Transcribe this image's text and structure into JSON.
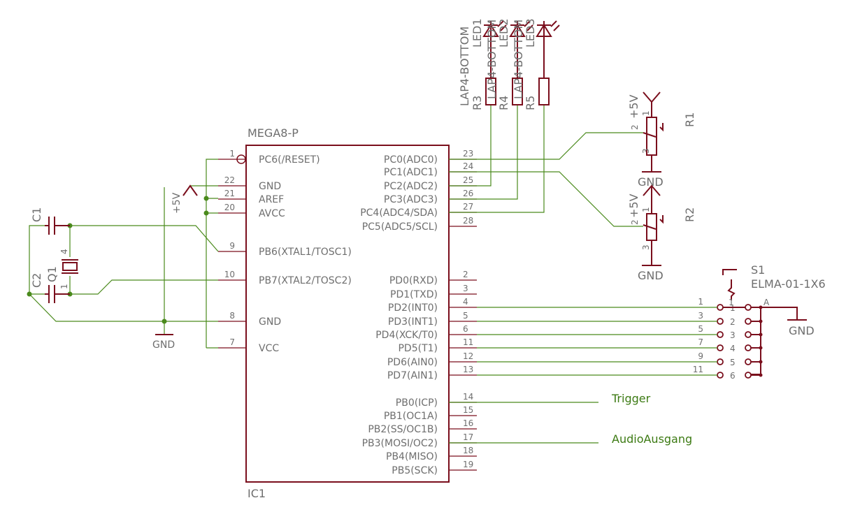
{
  "ic": {
    "name": "MEGA8-P",
    "ref": "IC1",
    "left_pins": [
      {
        "num": "1",
        "label": "PC6(/RESET)"
      },
      {
        "num": "22",
        "label": "GND"
      },
      {
        "num": "21",
        "label": "AREF"
      },
      {
        "num": "20",
        "label": "AVCC"
      },
      {
        "num": "9",
        "label": "PB6(XTAL1/TOSC1)"
      },
      {
        "num": "10",
        "label": "PB7(XTAL2/TOSC2)"
      },
      {
        "num": "8",
        "label": "GND"
      },
      {
        "num": "7",
        "label": "VCC"
      }
    ],
    "right_pins": [
      {
        "num": "23",
        "label": "PC0(ADC0)"
      },
      {
        "num": "24",
        "label": "PC1(ADC1)"
      },
      {
        "num": "25",
        "label": "PC2(ADC2)"
      },
      {
        "num": "26",
        "label": "PC3(ADC3)"
      },
      {
        "num": "27",
        "label": "PC4(ADC4/SDA)"
      },
      {
        "num": "28",
        "label": "PC5(ADC5/SCL)"
      },
      {
        "num": "2",
        "label": "PD0(RXD)"
      },
      {
        "num": "3",
        "label": "PD1(TXD)"
      },
      {
        "num": "4",
        "label": "PD2(INT0)"
      },
      {
        "num": "5",
        "label": "PD3(INT1)"
      },
      {
        "num": "6",
        "label": "PD4(XCK/T0)"
      },
      {
        "num": "11",
        "label": "PD5(T1)"
      },
      {
        "num": "12",
        "label": "PD6(AIN0)"
      },
      {
        "num": "13",
        "label": "PD7(AIN1)"
      },
      {
        "num": "14",
        "label": "PB0(ICP)"
      },
      {
        "num": "15",
        "label": "PB1(OC1A)"
      },
      {
        "num": "16",
        "label": "PB2(SS/OC1B)"
      },
      {
        "num": "17",
        "label": "PB3(MOSI/OC2)"
      },
      {
        "num": "18",
        "label": "PB4(MISO)"
      },
      {
        "num": "19",
        "label": "PB5(SCK)"
      }
    ]
  },
  "components": {
    "c1": "C1",
    "c2": "C2",
    "q1": "Q1",
    "q1_pin4": "4",
    "q1_pin1": "1",
    "led1": "LED1",
    "led2": "LED2",
    "led3": "LED3",
    "led_package": "LAP4-BOTTOM",
    "r3": "R3",
    "r4": "R4",
    "r5": "R5",
    "r1": "R1",
    "r2": "R2",
    "pot_pin1": "1",
    "pot_pin2": "2",
    "pot_pin3": "3",
    "s1": "S1",
    "s1_type": "ELMA-01-1X6",
    "s1_common_pin": "1",
    "s1_a": "A",
    "s1_left_pins": [
      "1",
      "3",
      "5",
      "7",
      "9",
      "11"
    ],
    "s1_right_pins": [
      "1",
      "2",
      "3",
      "4",
      "5",
      "6"
    ]
  },
  "power": {
    "gnd": "GND",
    "vcc_label": "+5V"
  },
  "nets": {
    "trigger": "Trigger",
    "audio": "AudioAusgang"
  },
  "colors": {
    "part": "#7a0e1c",
    "wire": "#4a8a1c",
    "text": "#6e6e6e",
    "net_label": "#3c7a13"
  }
}
